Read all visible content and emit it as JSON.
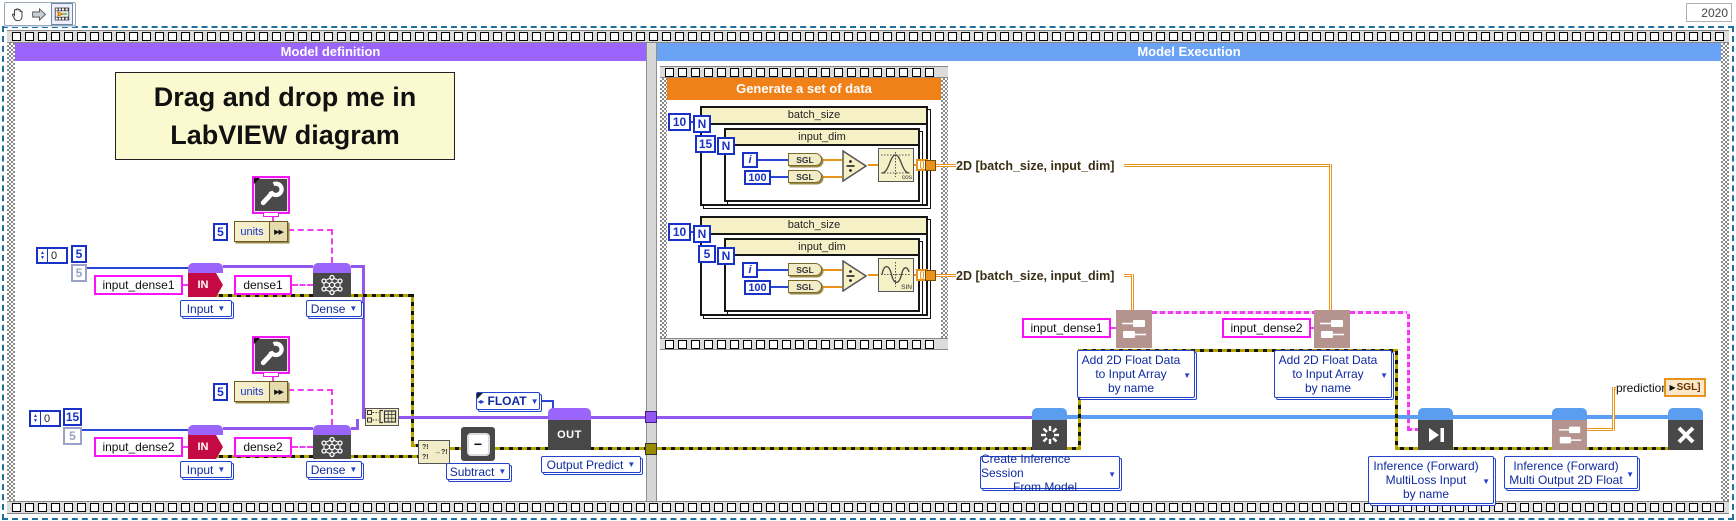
{
  "window": {
    "year": "2020"
  },
  "frames": {
    "definition": {
      "title": "Model definition",
      "accent": "#9b64fa"
    },
    "execution": {
      "title": "Model Execution",
      "accent": "#5b9ef5"
    }
  },
  "note": {
    "line1": "Drag and drop me in",
    "line2": "LabVIEW diagram"
  },
  "definition": {
    "branch1": {
      "index": "0",
      "dim_a": "5",
      "dim_b": "5",
      "units_value": "5",
      "units_label": "units",
      "name": "input_dense1",
      "node_text": "IN",
      "node_selector": "Input",
      "layer_name": "dense1",
      "layer_selector": "Dense"
    },
    "branch2": {
      "index": "0",
      "dim_a": "15",
      "dim_b": "5",
      "units_value": "5",
      "units_label": "units",
      "name": "input_dense2",
      "node_text": "IN",
      "node_selector": "Input",
      "layer_name": "dense2",
      "layer_selector": "Dense"
    },
    "subtract_selector": "Subtract",
    "float_ring": "FLOAT",
    "out_text": "OUT",
    "output_selector": "Output Predict"
  },
  "execution": {
    "generator": {
      "title": "Generate a set of data",
      "loops": [
        {
          "outer_label": "batch_size",
          "outer_count": "10",
          "count_terminal": "N",
          "inner_label": "input_dim",
          "inner_count": "15",
          "iterator": "i",
          "divisor": "100",
          "cast_a": "SGL",
          "cast_b": "SGL",
          "fn": "cos",
          "wire_label": "2D [batch_size, input_dim]"
        },
        {
          "outer_label": "batch_size",
          "outer_count": "10",
          "count_terminal": "N",
          "inner_label": "input_dim",
          "inner_count": "5",
          "iterator": "i",
          "divisor": "100",
          "cast_a": "SGL",
          "cast_b": "SGL",
          "fn": "SIN",
          "wire_label": "2D [batch_size, input_dim]"
        }
      ]
    },
    "add_nodes": [
      {
        "name": "input_dense1",
        "selector": [
          "Add 2D Float Data",
          "to Input Array",
          "by name"
        ]
      },
      {
        "name": "input_dense2",
        "selector": [
          "Add 2D Float Data",
          "to Input Array",
          "by name"
        ]
      }
    ],
    "create_session": {
      "selector": [
        "Create Inference Session",
        "From Model"
      ]
    },
    "inference_multiloss": {
      "selector": [
        "Inference (Forward)",
        "MultiLoss Input",
        "by name"
      ]
    },
    "inference_multioutput": {
      "selector": [
        "Inference (Forward)",
        "Multi Output 2D Float"
      ]
    },
    "prediction": {
      "label": "prediction",
      "terminal": "SGL]"
    }
  },
  "colors": {
    "definition_header": "#9b64fa",
    "execution_header": "#5b9ef5",
    "generator_header": "#f08018",
    "model_wire": "#9257ee",
    "session_wire": "#5b9ef5",
    "error_wire": "#b5a300",
    "data_wire": "#e8931c",
    "name_wire": "#f23cf2",
    "in_node": "#c40a45"
  }
}
